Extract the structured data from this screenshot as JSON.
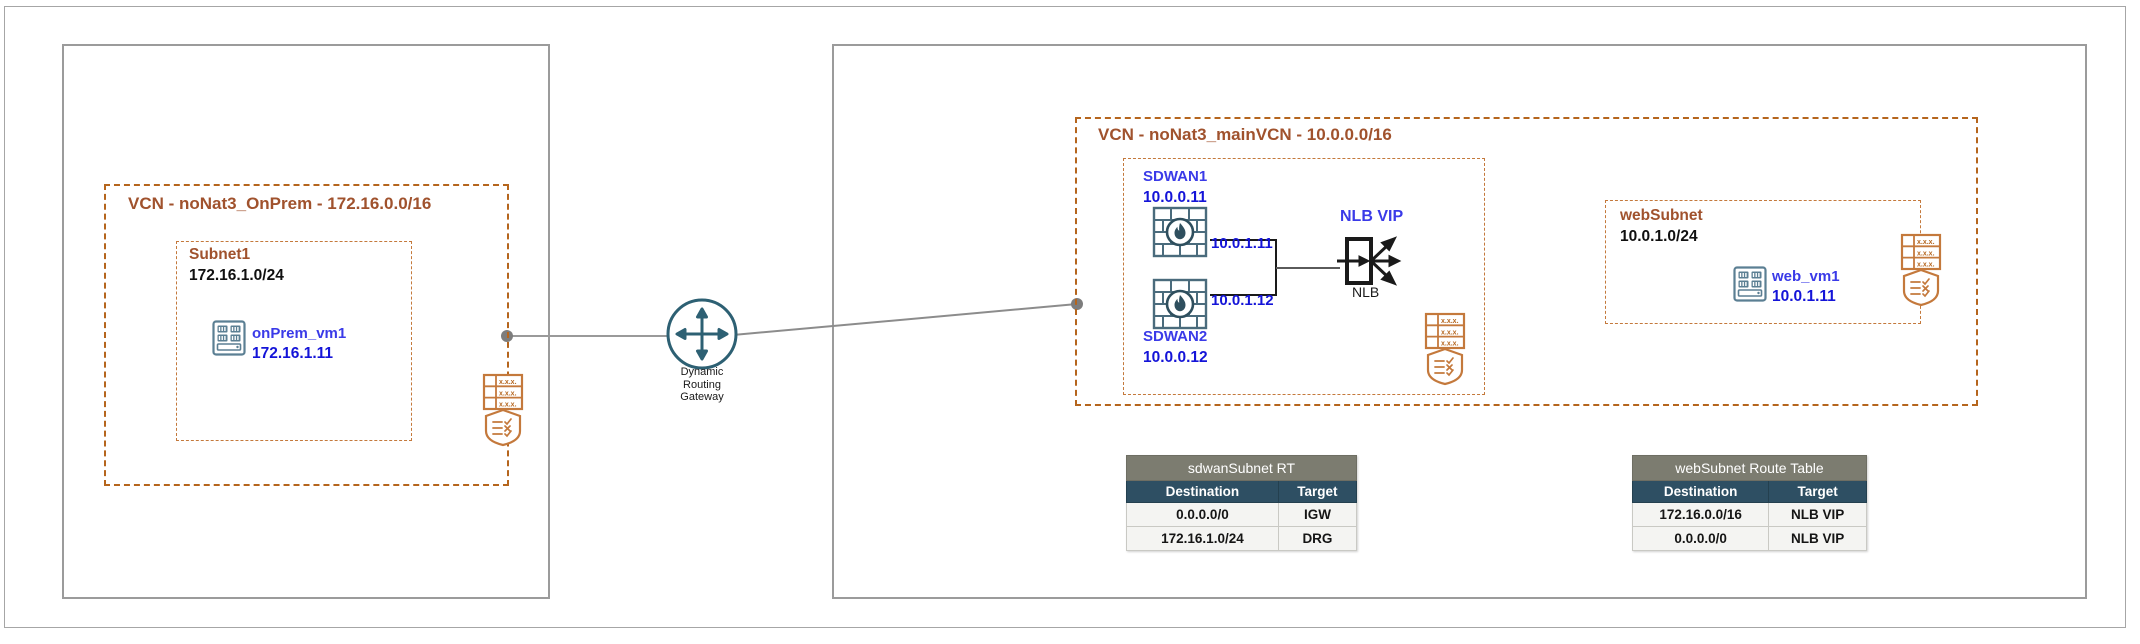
{
  "diagram": {
    "title": "OCI SD-WAN network architecture diagram",
    "colors": {
      "vcn_border": "#b5651d",
      "vcn_label": "#a0522d",
      "node_label": "#3a3ae8",
      "node_ip": "#1414d8",
      "region_border": "#9b9b9b",
      "rt_title_bg": "#7c7c70",
      "rt_header_bg": "#2e4f63",
      "drg_accent": "#2d6073",
      "firewall_accent": "#4a6b7c"
    }
  },
  "onprem": {
    "vcn_title": "VCN - noNat3_OnPrem - 172.16.0.0/16",
    "subnet": {
      "name": "Subnet1",
      "cidr": "172.16.1.0/24"
    },
    "vm": {
      "name": "onPrem_vm1",
      "ip": "172.16.1.11",
      "icon": "vm-icon"
    },
    "security_list_icon": "security-list-icon"
  },
  "drg": {
    "icon": "dynamic-routing-gateway-icon",
    "caption_line1": "Dynamic",
    "caption_line2": "Routing",
    "caption_line3": "Gateway"
  },
  "main": {
    "vcn_title": "VCN - noNat3_mainVCN - 10.0.0.0/16",
    "sdwan_subnet": {
      "security_list_icon": "security-list-icon",
      "nodes": [
        {
          "name": "SDWAN1",
          "ip": "10.0.0.11",
          "secondary_ip": "10.0.1.11",
          "icon": "firewall-icon"
        },
        {
          "name": "SDWAN2",
          "ip": "10.0.0.12",
          "secondary_ip": "10.0.1.12",
          "icon": "firewall-icon"
        }
      ],
      "nlb": {
        "vip_label": "NLB VIP",
        "label": "NLB",
        "icon": "network-load-balancer-icon"
      }
    },
    "web_subnet": {
      "name": "webSubnet",
      "cidr": "10.0.1.0/24",
      "vm": {
        "name": "web_vm1",
        "ip": "10.0.1.11",
        "icon": "vm-icon"
      },
      "security_list_icon": "security-list-icon"
    }
  },
  "route_tables": [
    {
      "id": "sdwan-rt",
      "title": "sdwanSubnet RT",
      "columns": [
        "Destination",
        "Target"
      ],
      "rows": [
        [
          "0.0.0.0/0",
          "IGW"
        ],
        [
          "172.16.1.0/24",
          "DRG"
        ]
      ]
    },
    {
      "id": "web-rt",
      "title": "webSubnet Route Table",
      "columns": [
        "Destination",
        "Target"
      ],
      "rows": [
        [
          "172.16.0.0/16",
          "NLB VIP"
        ],
        [
          "0.0.0.0/0",
          "NLB VIP"
        ]
      ]
    }
  ]
}
